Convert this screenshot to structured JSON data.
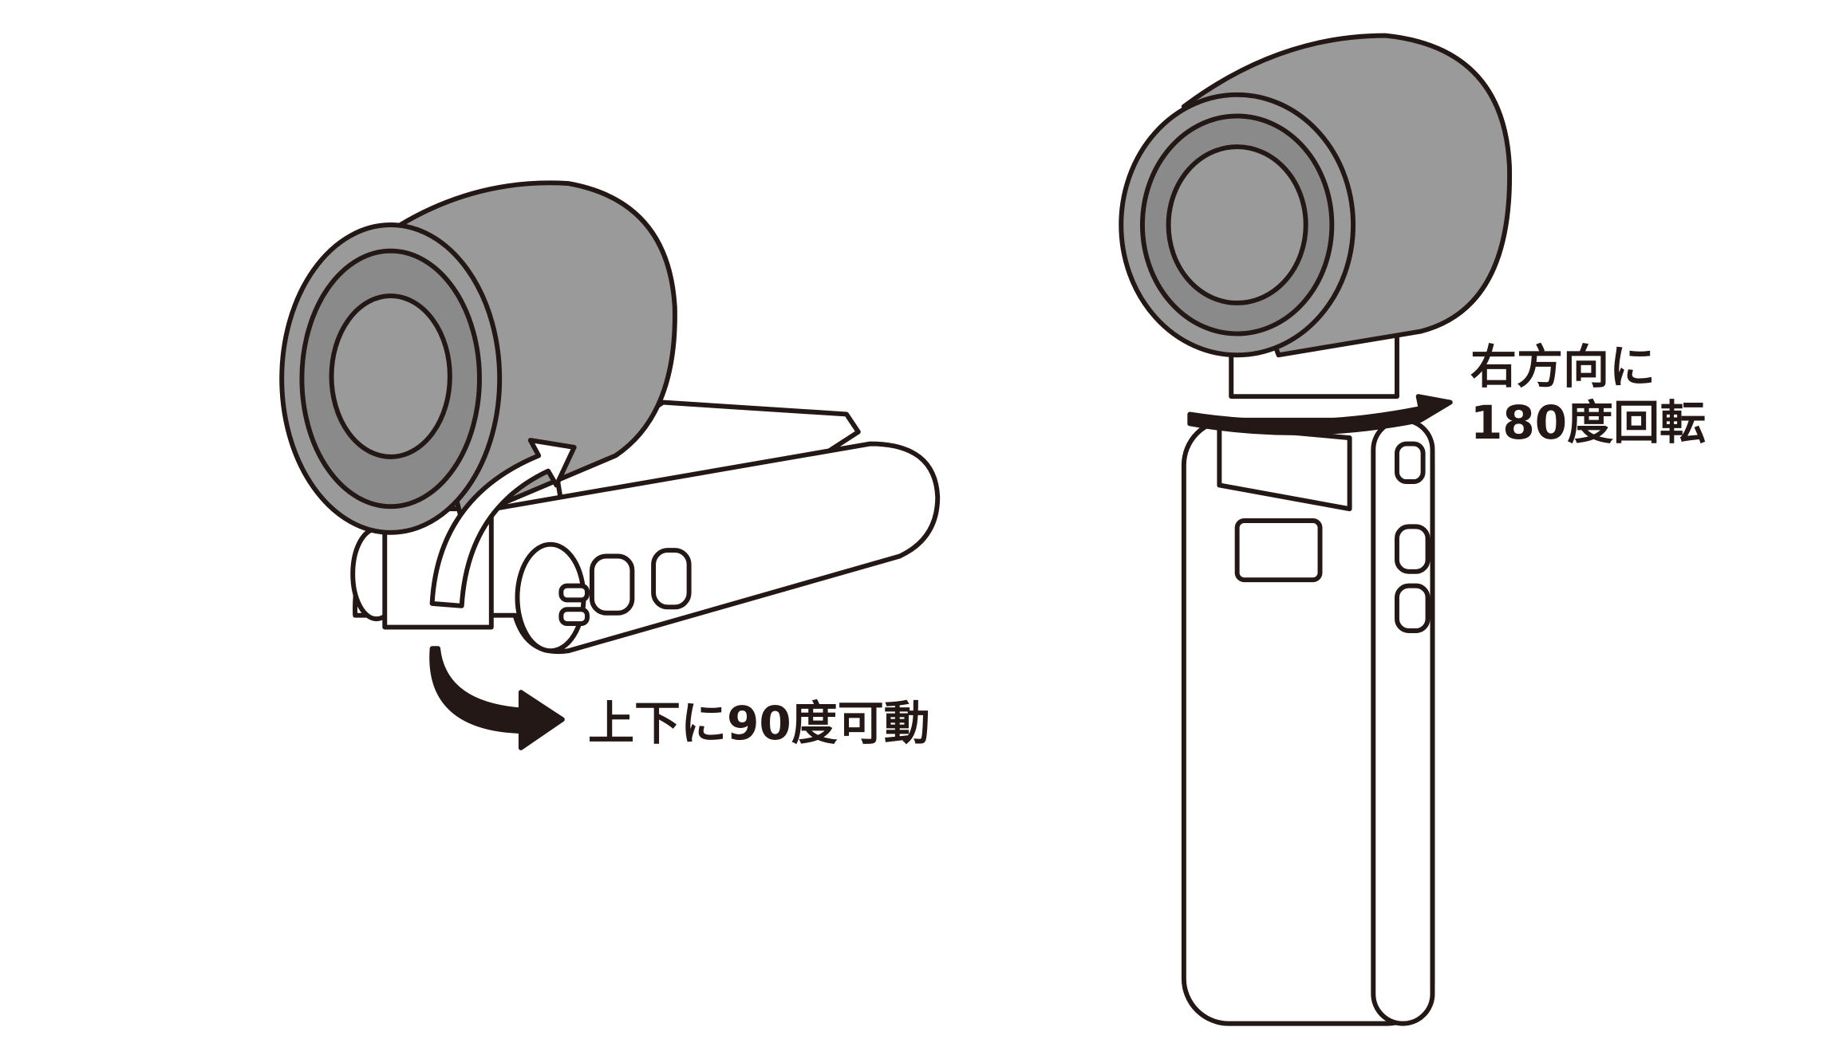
{
  "labels": {
    "tilt": "上下に90度可動",
    "rotate_line1": "右方向に",
    "rotate_line2": "180度回転"
  },
  "colors": {
    "ink": "#231815",
    "fan_gray": "#9a9a9a",
    "body": "#ffffff"
  }
}
